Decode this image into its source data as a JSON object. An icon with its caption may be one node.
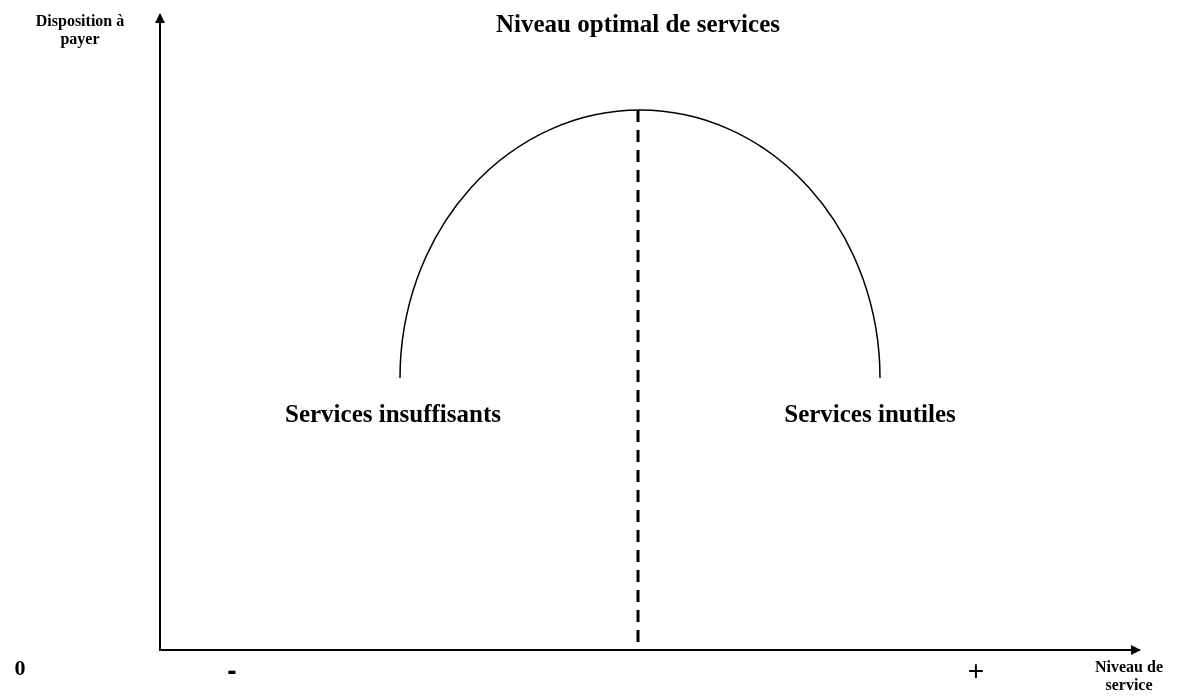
{
  "diagram": {
    "labels": [
      "Disposition à payer",
      "Niveau optimal de services",
      "Services insuffisants",
      "Services inutiles",
      "0",
      "-",
      "+",
      "Niveau de service"
    ]
  }
}
